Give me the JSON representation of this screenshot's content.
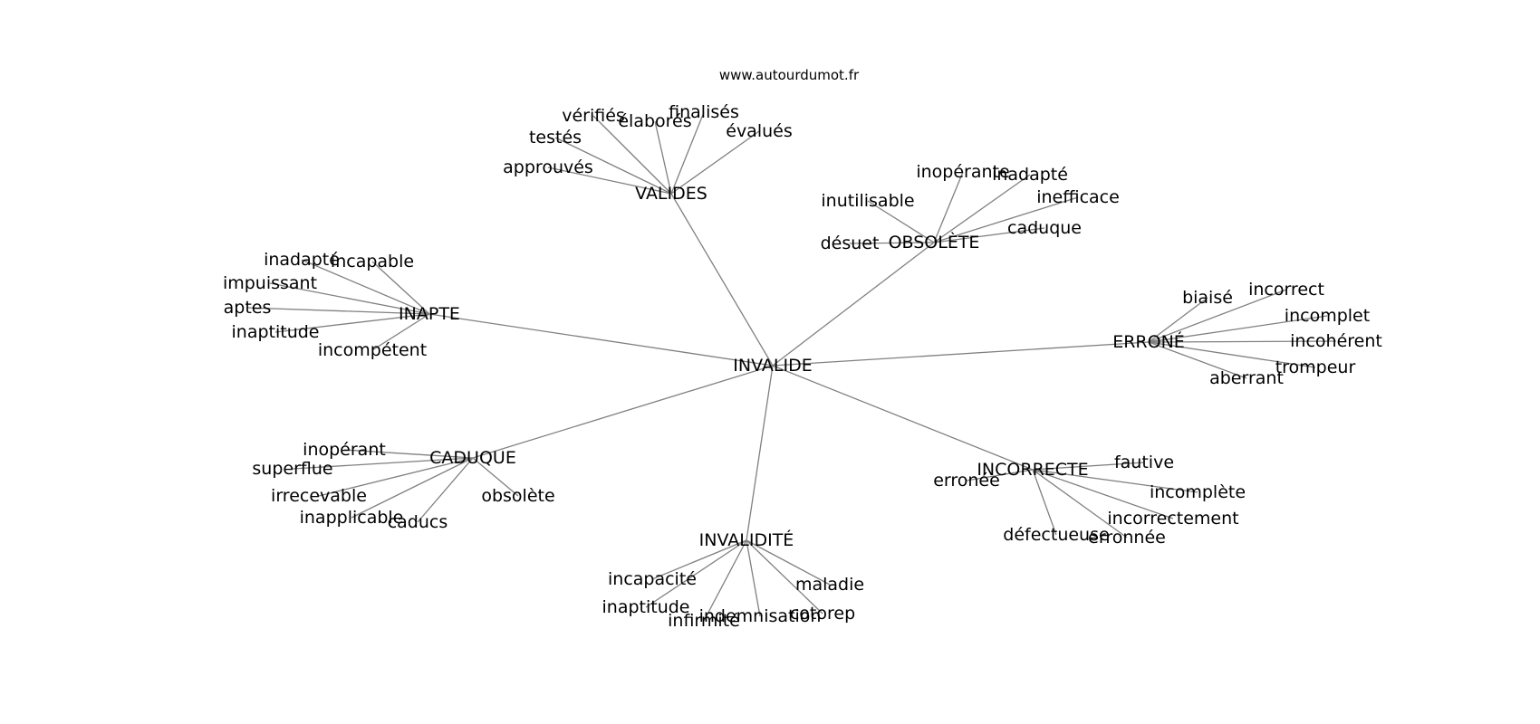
{
  "source": "www.autourdumot.fr",
  "colors": {
    "edge": "#808080",
    "text": "#000000",
    "background": "#ffffff"
  },
  "root": "INVALIDE",
  "groups": [
    {
      "label": "VALIDES",
      "words": [
        "approuvés",
        "testés",
        "vérifiés",
        "élaborés",
        "finalisés",
        "évalués"
      ]
    },
    {
      "label": "OBSOLÈTE",
      "words": [
        "désuet",
        "inutilisable",
        "inopérante",
        "inadapté",
        "inefficace",
        "caduque"
      ]
    },
    {
      "label": "INAPTE",
      "words": [
        "inadapté",
        "incapable",
        "impuissant",
        "aptes",
        "inaptitude",
        "incompétent"
      ]
    },
    {
      "label": "ERRONÉ",
      "words": [
        "biaisé",
        "incorrect",
        "incomplet",
        "incohérent",
        "trompeur",
        "aberrant"
      ]
    },
    {
      "label": "CADUQUE",
      "words": [
        "inopérant",
        "superflue",
        "irrecevable",
        "inapplicable",
        "caducs",
        "obsolète"
      ]
    },
    {
      "label": "INCORRECTE",
      "words": [
        "erronée",
        "fautive",
        "incomplète",
        "incorrectement",
        "erronnée",
        "défectueuse"
      ]
    },
    {
      "label": "INVALIDITÉ",
      "words": [
        "incapacité",
        "inaptitude",
        "infirmité",
        "indemnisation",
        "cotorep",
        "maladie"
      ]
    }
  ]
}
